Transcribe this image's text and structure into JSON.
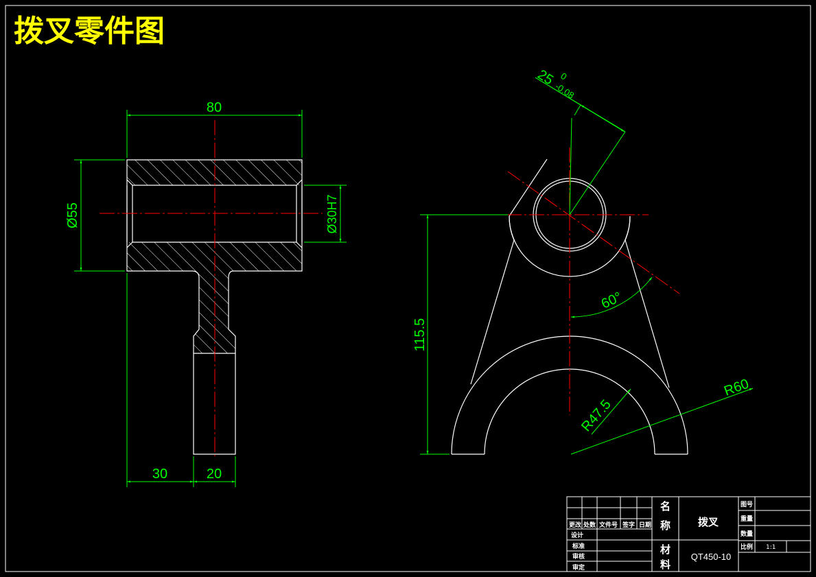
{
  "title": "拨叉零件图",
  "colors": {
    "background": "#000000",
    "outline": "#ffffff",
    "center_line": "#ff0000",
    "dimension": "#00ff00",
    "title": "#ffff00"
  },
  "dimensions": {
    "width_80": "80",
    "dia_55": "Ø55",
    "dia_30h7": "Ø30H7",
    "len_30": "30",
    "len_20": "20",
    "tol_25": "25",
    "tol_upper": "0",
    "tol_lower": "-0.08",
    "angle_60": "60°",
    "height_115": "115.5",
    "radius_47": "R47.5",
    "radius_60": "R60"
  },
  "title_block": {
    "headers": {
      "change": "更改",
      "count": "处数",
      "doc_no": "文件号",
      "sign": "签字",
      "date": "日期"
    },
    "rows": {
      "design": "设计",
      "standardize": "标准",
      "review": "审核",
      "approve": "审定"
    },
    "name_label_1": "名",
    "name_label_2": "称",
    "name_value": "拨叉",
    "material_label_1": "材",
    "material_label_2": "料",
    "material_value": "QT450-10",
    "drawing_no_label": "图号",
    "weight_label": "重量",
    "quantity_label": "数量",
    "scale_label": "比例",
    "scale_value": "1:1"
  }
}
